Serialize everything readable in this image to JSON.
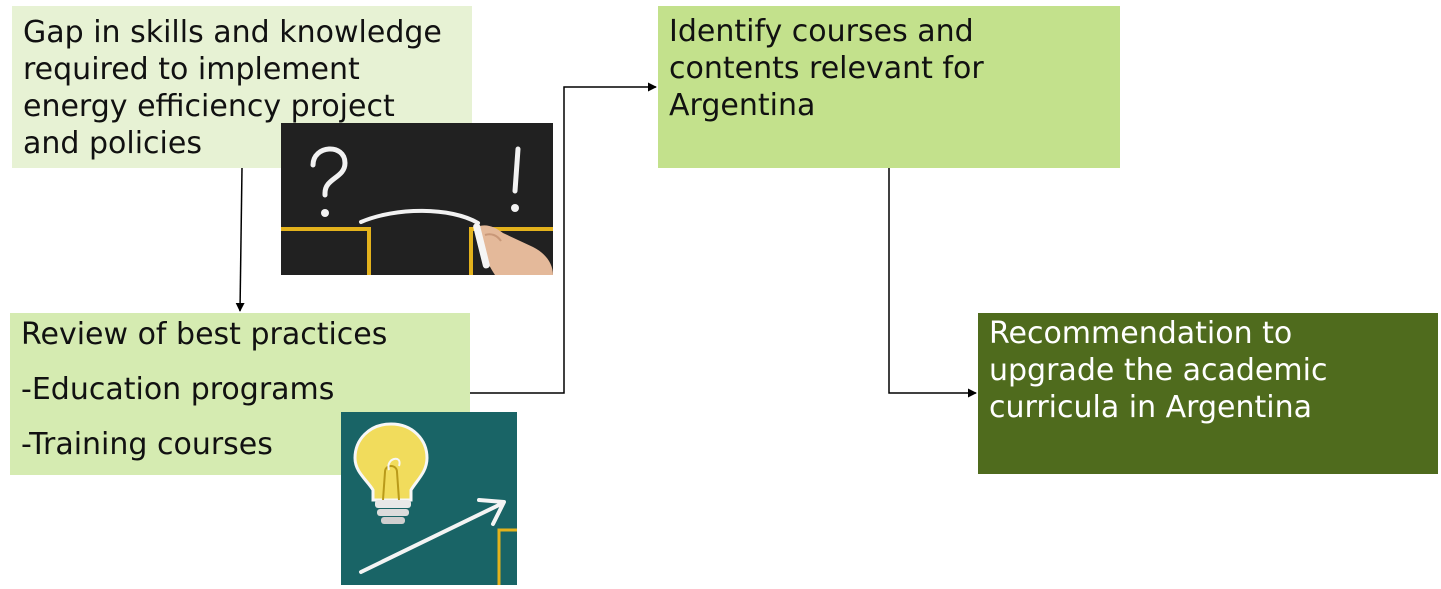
{
  "boxes": {
    "gap": {
      "lines": [
        "Gap in skills and knowledge",
        "required to implement",
        "energy efficiency project",
        "and policies"
      ]
    },
    "review": {
      "lines": [
        "Review of best practices",
        "-Education programs",
        "-Training courses"
      ]
    },
    "identify": {
      "lines": [
        "Identify courses and",
        "contents relevant for",
        "Argentina"
      ]
    },
    "recommend": {
      "lines": [
        "Recommendation to",
        "upgrade the academic",
        "curricula in Argentina"
      ]
    }
  },
  "images": {
    "chalkboard": {
      "icon": "chalkboard-question-exclamation-icon"
    },
    "bulb": {
      "icon": "lightbulb-arrow-chalkboard-icon"
    }
  },
  "colors": {
    "gap_box": "#e7f2d4",
    "review_box": "#d5ebb1",
    "identify_box": "#c3e18c",
    "recommend_box": "#4f6b1d",
    "connector": "#000000"
  }
}
